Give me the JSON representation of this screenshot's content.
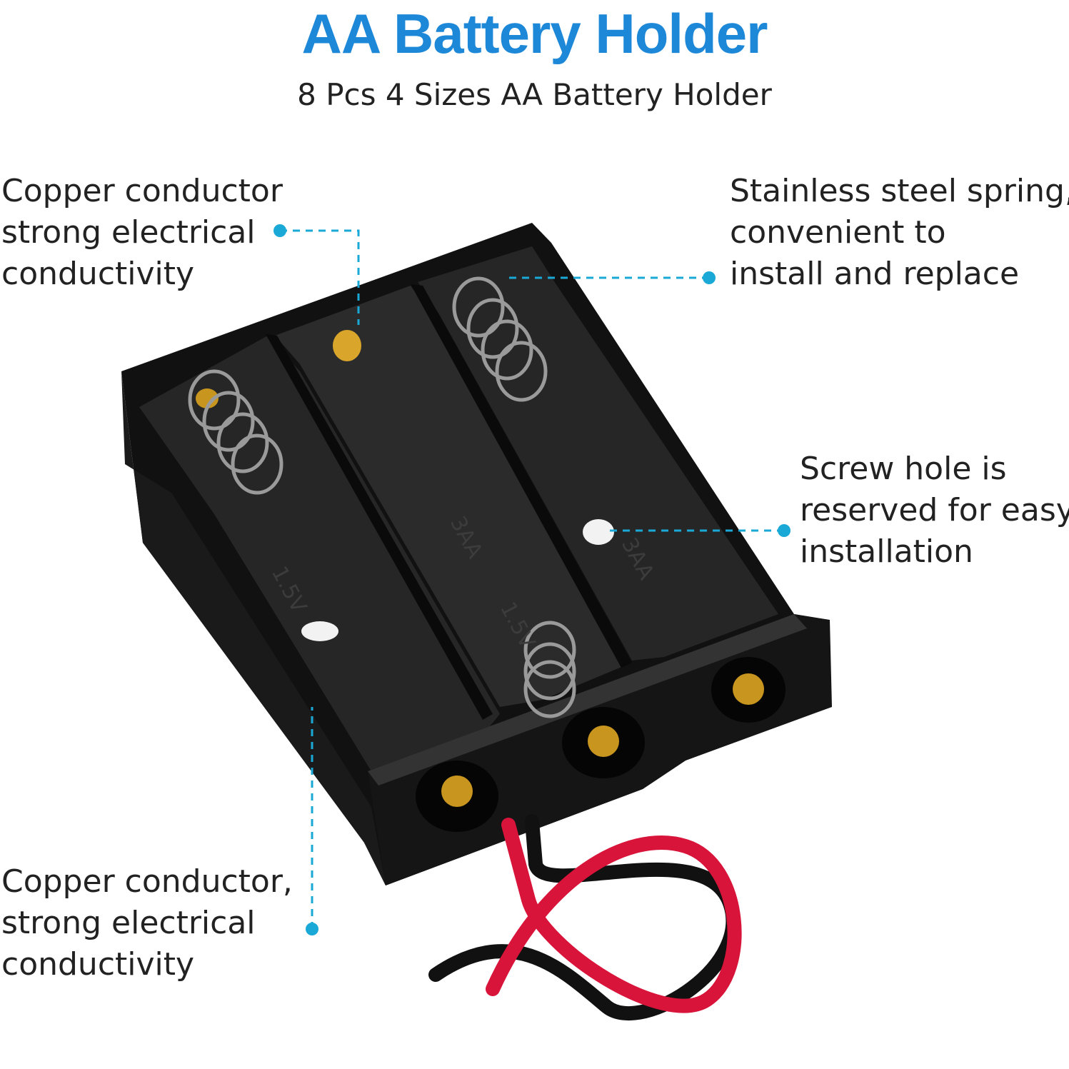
{
  "title": "AA Battery Holder",
  "subtitle": "8 Pcs 4 Sizes AA Battery Holder",
  "accent_color": "#1e88d8",
  "leader_color": "#1aa9d6",
  "callouts": {
    "top_left": [
      "Copper conductor",
      "strong electrical",
      "conductivity"
    ],
    "top_right": [
      "Stainless steel spring,",
      "convenient to",
      "install and replace"
    ],
    "mid_right": [
      "Screw hole is",
      "reserved for easy",
      "installation"
    ],
    "bottom_left": [
      "Copper conductor,",
      "strong electrical",
      "conductivity"
    ]
  },
  "product": {
    "labels": [
      "1.5V",
      "3AA",
      "1.5V",
      "3AA"
    ]
  }
}
